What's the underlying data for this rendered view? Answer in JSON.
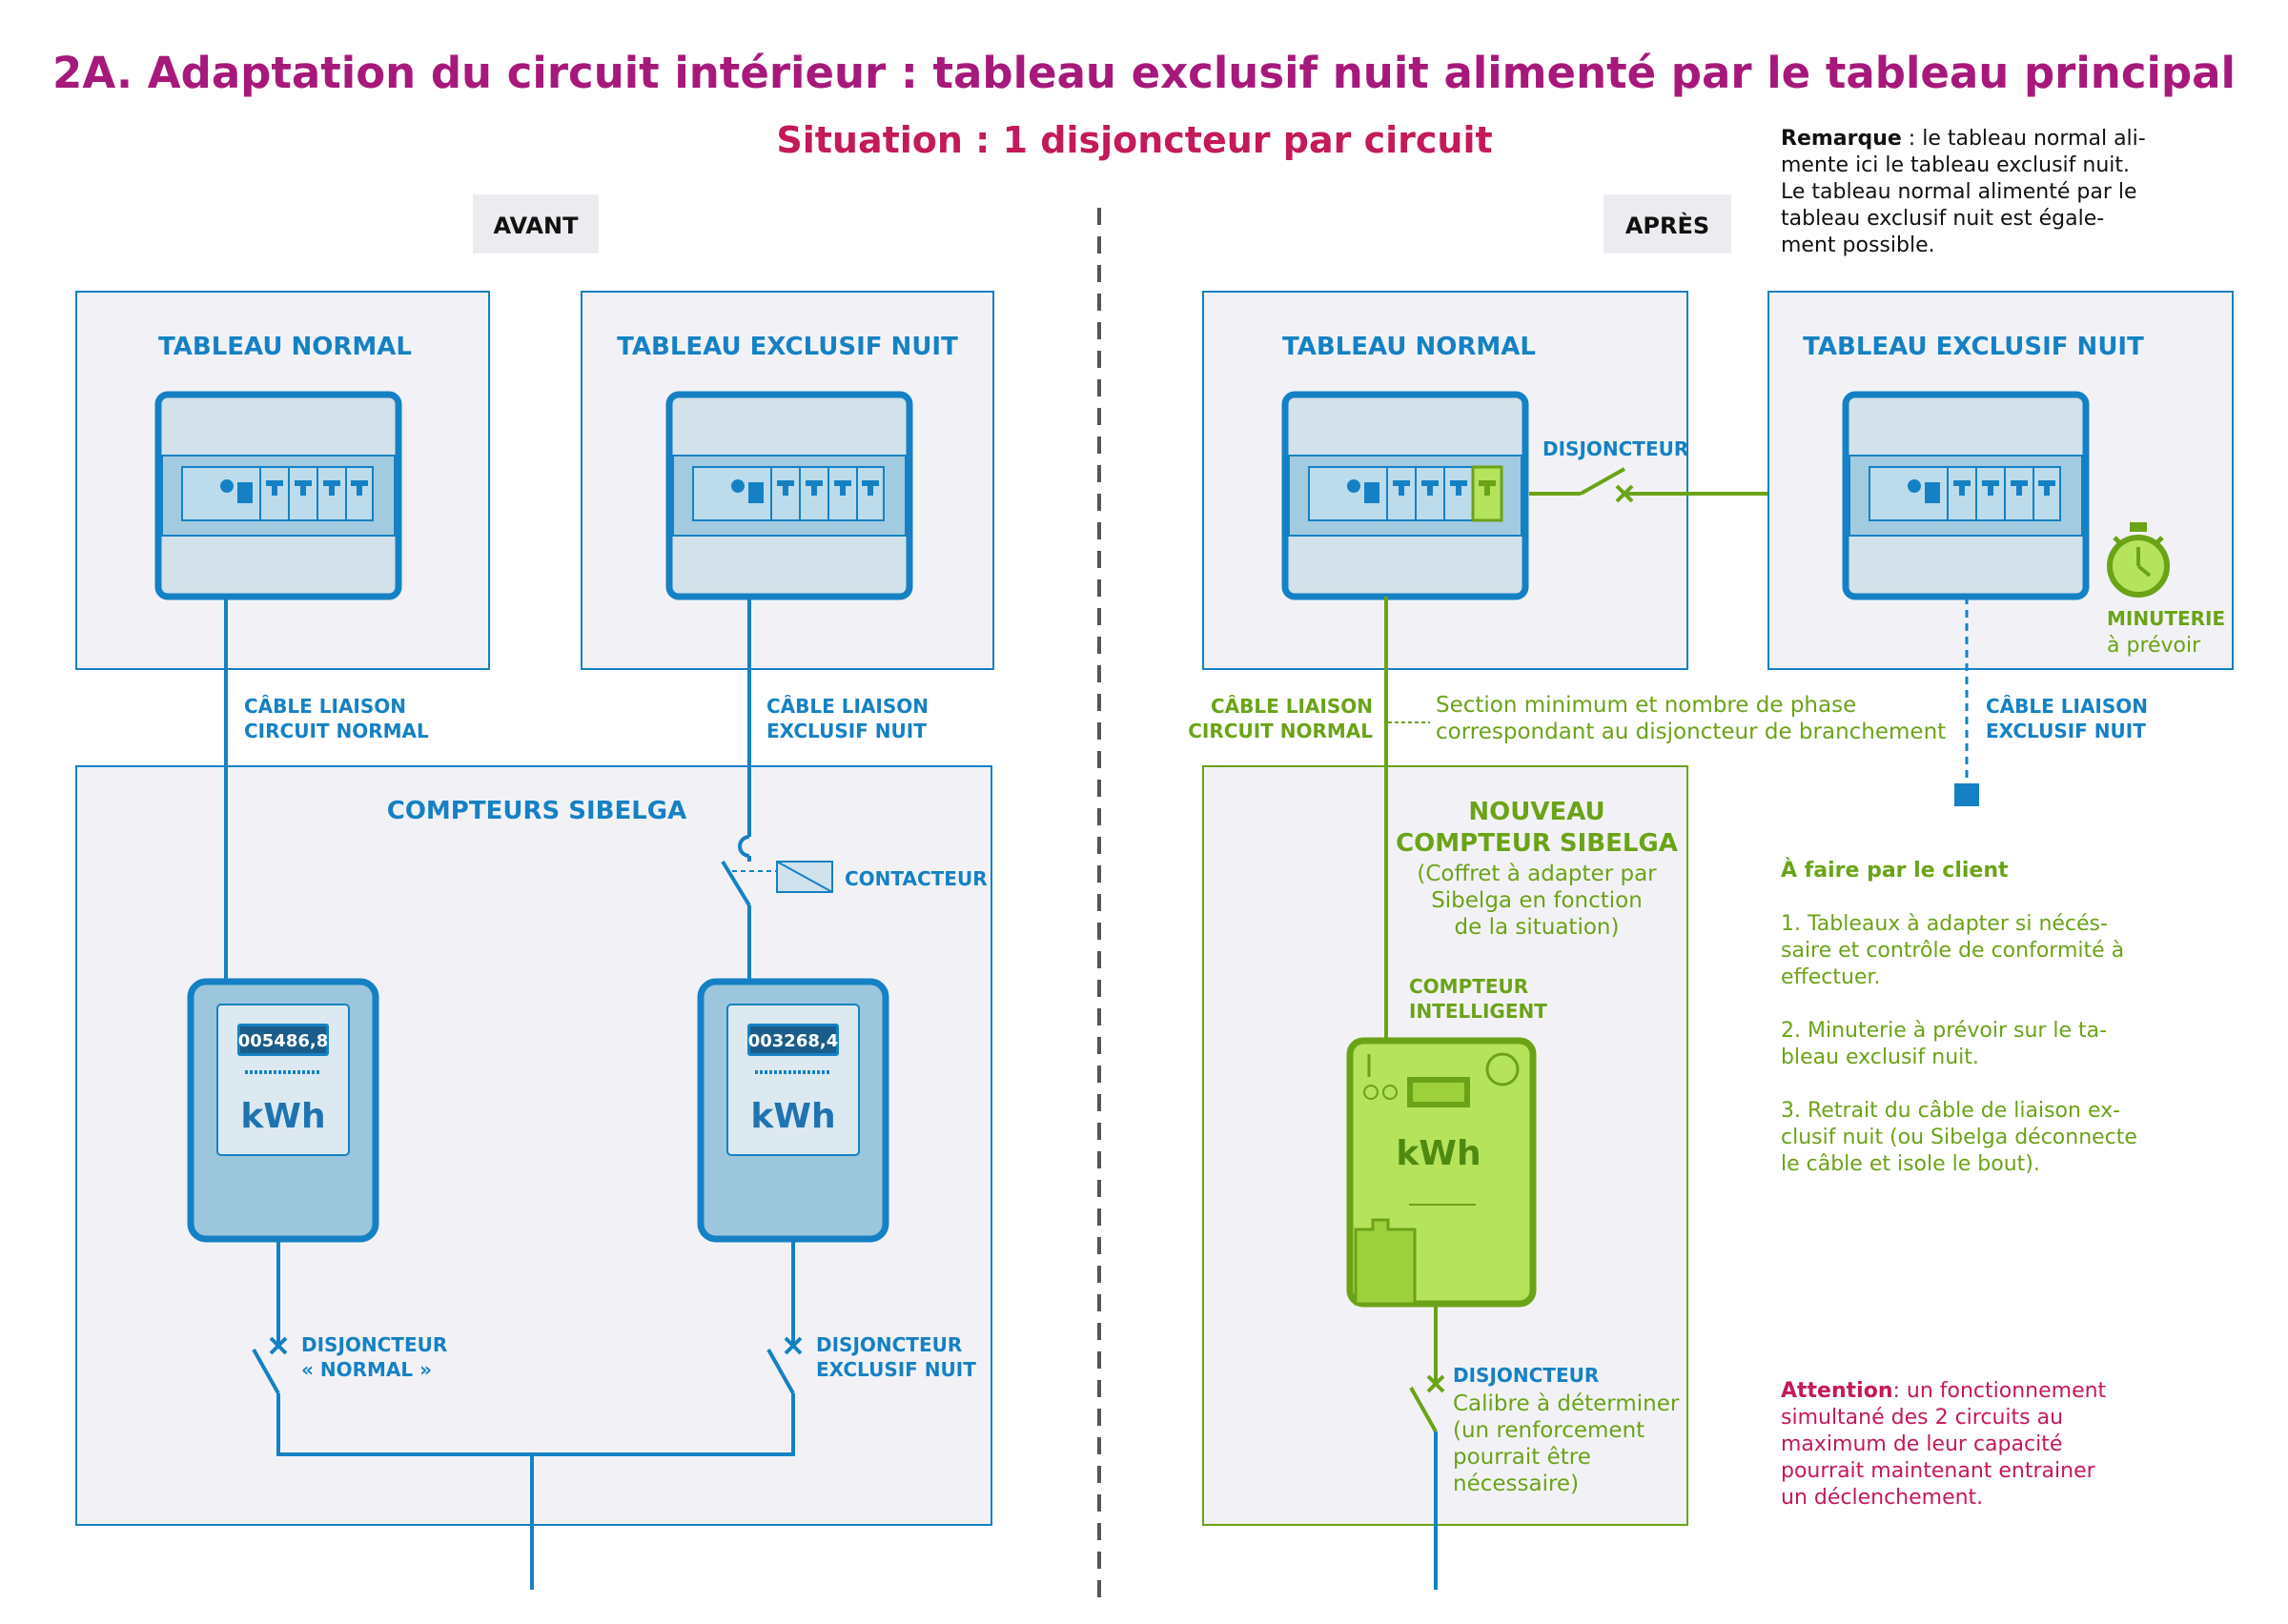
{
  "title": "2A. Adaptation du circuit intérieur : tableau exclusif nuit alimenté par le tableau principal",
  "subtitle": "Situation : 1 disjoncteur par circuit",
  "remark": {
    "label": "Remarque",
    "lines": [
      " : le tableau normal ali-",
      "mente ici le tableau exclusif nuit.",
      "Le tableau normal alimenté par le",
      "tableau exclusif nuit est égale-",
      "ment possible."
    ]
  },
  "avant": {
    "tab": "AVANT",
    "panel_normal": "TABLEAU NORMAL",
    "panel_nuit": "TABLEAU EXCLUSIF NUIT",
    "cable_normal": [
      "CÂBLE LIAISON",
      "CIRCUIT NORMAL"
    ],
    "cable_nuit": [
      "CÂBLE LIAISON",
      "EXCLUSIF NUIT"
    ],
    "meters_title": "COMPTEURS SIBELGA",
    "contacteur": "CONTACTEUR",
    "meter_normal_reading": "005486,8",
    "meter_nuit_reading": "003268,4",
    "meter_unit": "kWh",
    "breaker_normal": [
      "DISJONCTEUR",
      "« NORMAL »"
    ],
    "breaker_nuit": [
      "DISJONCTEUR",
      "EXCLUSIF NUIT"
    ]
  },
  "apres": {
    "tab": "APRÈS",
    "panel_normal": "TABLEAU NORMAL",
    "panel_nuit": "TABLEAU EXCLUSIF NUIT",
    "disjoncteur": "DISJONCTEUR",
    "minuterie": [
      "MINUTERIE",
      "à prévoir"
    ],
    "cable_normal": [
      "CÂBLE LIAISON",
      "CIRCUIT NORMAL"
    ],
    "cable_nuit": [
      "CÂBLE LIAISON",
      "EXCLUSIF NUIT"
    ],
    "section_note": [
      "Section minimum et nombre de phase",
      "correspondant au disjoncteur de branchement"
    ],
    "new_meter_title": [
      "NOUVEAU",
      "COMPTEUR SIBELGA"
    ],
    "new_meter_desc": [
      "(Coffret à adapter par",
      "Sibelga en fonction",
      "de la situation)"
    ],
    "smart_meter": [
      "COMPTEUR",
      "INTELLIGENT"
    ],
    "meter_unit": "kWh",
    "breaker_title": "DISJONCTEUR",
    "breaker_desc": [
      "Calibre à déterminer",
      "(un renforcement",
      "pourrait être",
      "nécessaire)"
    ]
  },
  "client": {
    "title": "À faire par le client",
    "item1": [
      "1. Tableaux à adapter si nécés-",
      "saire et contrôle de conformité à",
      "effectuer."
    ],
    "item2": [
      "2. Minuterie à prévoir sur le ta-",
      "bleau exclusif nuit."
    ],
    "item3": [
      "3. Retrait du câble de liaison ex-",
      "clusif nuit (ou Sibelga déconnecte",
      "le câble et isole le bout)."
    ]
  },
  "attention": {
    "label": "Attention",
    "lines": [
      ": un fonctionnement",
      "simultané des 2 circuits au",
      "maximum de leur capacité",
      "pourrait maintenant entrainer",
      "un déclenchement."
    ]
  },
  "colors": {
    "title": "#a6197a",
    "blue": "#1581c4",
    "green": "#6ba317",
    "red": "#c4195a",
    "panel_bg": "#f2f2f6"
  }
}
